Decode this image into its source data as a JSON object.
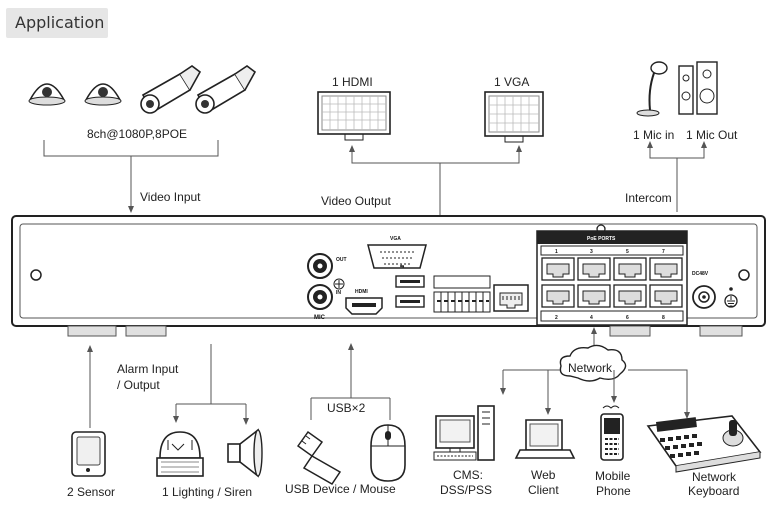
{
  "header": {
    "title": "Application"
  },
  "labels": {
    "cameras": "8ch@1080P,8POE",
    "video_input": "Video Input",
    "hdmi": "1 HDMI",
    "vga": "1 VGA",
    "video_output": "Video Output",
    "mic_in": "1 Mic in",
    "mic_out": "1 Mic Out",
    "intercom": "Intercom",
    "alarm_line1": "Alarm Input",
    "alarm_line2": "/ Output",
    "usb": "USB×2",
    "network": "Network",
    "sensor": "2 Sensor",
    "lighting": "1 Lighting / Siren",
    "usb_device": "USB Device / Mouse",
    "cms_line1": "CMS:",
    "cms_line2": "DSS/PSS",
    "web_line1": "Web",
    "web_line2": "Client",
    "mobile_line1": "Mobile",
    "mobile_line2": "Phone",
    "keyboard_line1": "Network",
    "keyboard_line2": "Keyboard"
  },
  "device": {
    "out": "OUT",
    "in": "IN",
    "mic": "MIC",
    "vga": "VGA",
    "hdmi": "HDMI",
    "poe_ports": "PoE PORTS",
    "power": "DC48V",
    "port_numbers_top": [
      "1",
      "3",
      "5",
      "7"
    ],
    "port_numbers_bottom": [
      "2",
      "4",
      "6",
      "8"
    ]
  }
}
